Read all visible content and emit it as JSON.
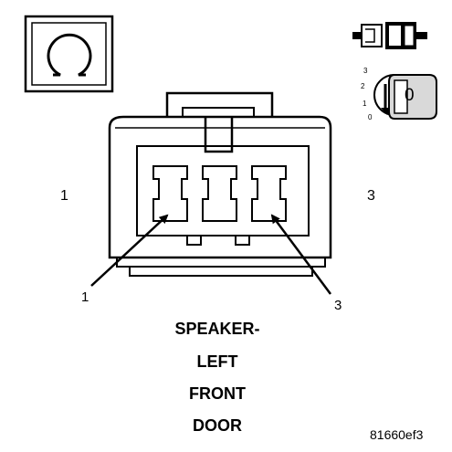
{
  "title_lines": [
    "SPEAKER-",
    "LEFT",
    "FRONT",
    "DOOR"
  ],
  "pin_labels": {
    "left": "1",
    "right": "3"
  },
  "pointer_labels": {
    "left": "1",
    "right": "3"
  },
  "figure_id": "81660ef3",
  "icons": {
    "measurement": "ohm-icon",
    "connector": "disconnected-connector-icon",
    "ignition": "ignition-switch-off-icon"
  },
  "ignition_positions": [
    "3",
    "2",
    "1",
    "0"
  ],
  "ignition_key_position": "0"
}
